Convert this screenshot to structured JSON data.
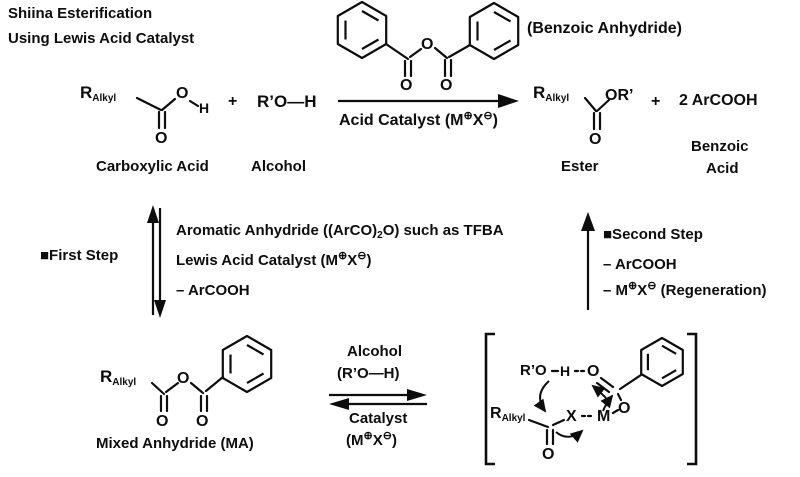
{
  "title": {
    "line1": "Shiina Esterification",
    "line2": "Using Lewis Acid Catalyst"
  },
  "benzoic_anhydride_label": "(Benzoic Anhydride)",
  "atoms": {
    "o": "O",
    "h": "H",
    "x": "X",
    "m": "M",
    "r": "R",
    "alkyl": "Alkyl",
    "or_prime": "OR’",
    "r_prime_o": "R’O"
  },
  "reaction": {
    "plus": "+",
    "alcohol_formula": "R’O—H",
    "acid_catalyst_pre": "Acid Catalyst (M",
    "sup_plus": "⊕",
    "mid_x": "X",
    "sup_minus": "⊖",
    "close_paren": ")",
    "product_coeff": "2 ArCOOH"
  },
  "names": {
    "carboxylic_acid": "Carboxylic Acid",
    "alcohol": "Alcohol",
    "ester": "Ester",
    "benzoic": "Benzoic",
    "acid": "Acid",
    "mixed_anhydride": "Mixed Anhydride (MA)"
  },
  "first_step": {
    "header": "■First Step",
    "line1_pre": "Aromatic Anhydride ((ArCO)",
    "line1_sub": "2",
    "line1_post": "O) such as TFBA",
    "line2_pre": "Lewis Acid Catalyst (M",
    "line3": "– ArCOOH"
  },
  "second_step": {
    "header": "■Second Step",
    "line1": "– ArCOOH",
    "line2_pre": "– M",
    "line2_post": " (Regeneration)"
  },
  "bottom": {
    "alcohol": "Alcohol",
    "alcohol_formula": "(R’O—H)",
    "catalyst": "Catalyst",
    "catalyst_formula_pre": "(M"
  }
}
